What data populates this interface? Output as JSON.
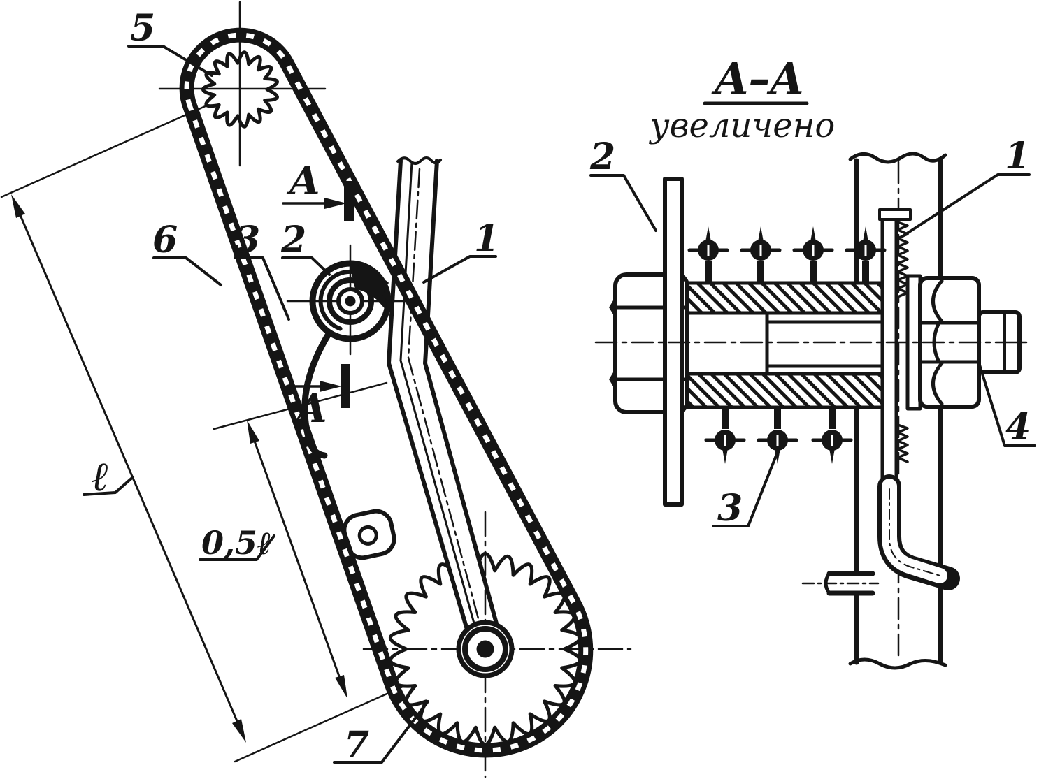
{
  "title": {
    "main": "A–A",
    "sub": "увеличено"
  },
  "left_view": {
    "callout_5": "5",
    "callout_6": "6",
    "callout_3": "3",
    "callout_2": "2",
    "callout_1": "1",
    "callout_7": "7",
    "dim_full": "ℓ",
    "dim_half": "0,5ℓ",
    "section_letter_top": "A",
    "section_letter_bottom": "A"
  },
  "right_view": {
    "callout_2": "2",
    "callout_1": "1",
    "callout_3": "3",
    "callout_4": "4"
  },
  "colors": {
    "ink": "#151515",
    "paper": "#ffffff"
  }
}
